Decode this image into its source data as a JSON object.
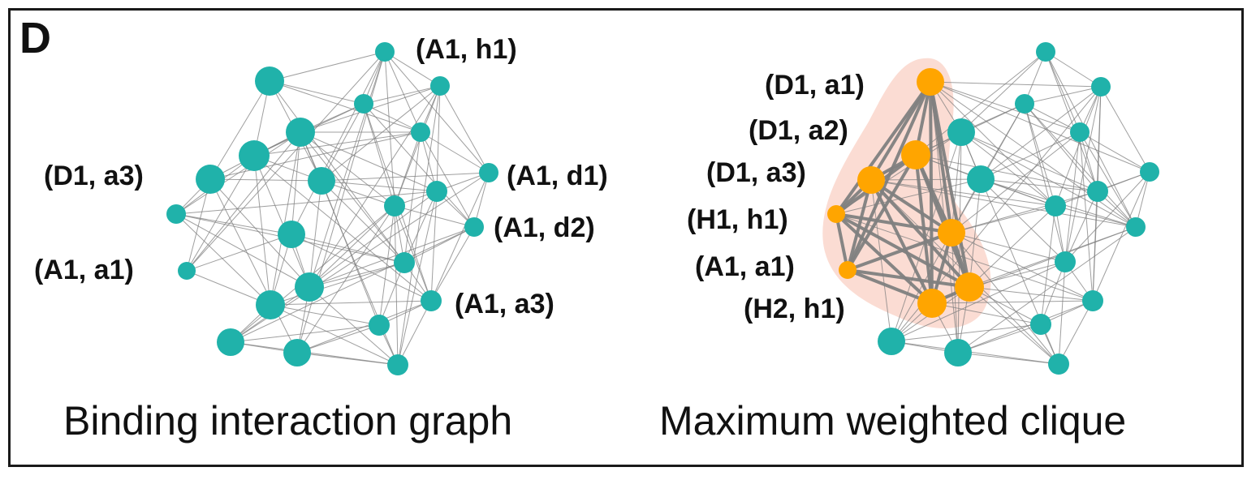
{
  "panel_letter": "D",
  "colors": {
    "node": "#20b2aa",
    "highlight_node": "#ffa500",
    "edge": "#7f7f7f",
    "clique_hull": "#fbdcd3",
    "border": "#1a1a1a"
  },
  "graphs": [
    {
      "caption": "Binding interaction graph",
      "labels": [
        {
          "text": "(A1, h1)"
        },
        {
          "text": "(D1, a3)"
        },
        {
          "text": "(A1, d1)"
        },
        {
          "text": "(A1, d2)"
        },
        {
          "text": "(A1, a1)"
        },
        {
          "text": "(A1, a3)"
        }
      ]
    },
    {
      "caption": "Maximum weighted clique",
      "labels": [
        {
          "text": "(D1, a1)"
        },
        {
          "text": "(D1, a2)"
        },
        {
          "text": "(D1, a3)"
        },
        {
          "text": "(H1, h1)"
        },
        {
          "text": "(A1, a1)"
        },
        {
          "text": "(H2, h1)"
        }
      ]
    }
  ]
}
